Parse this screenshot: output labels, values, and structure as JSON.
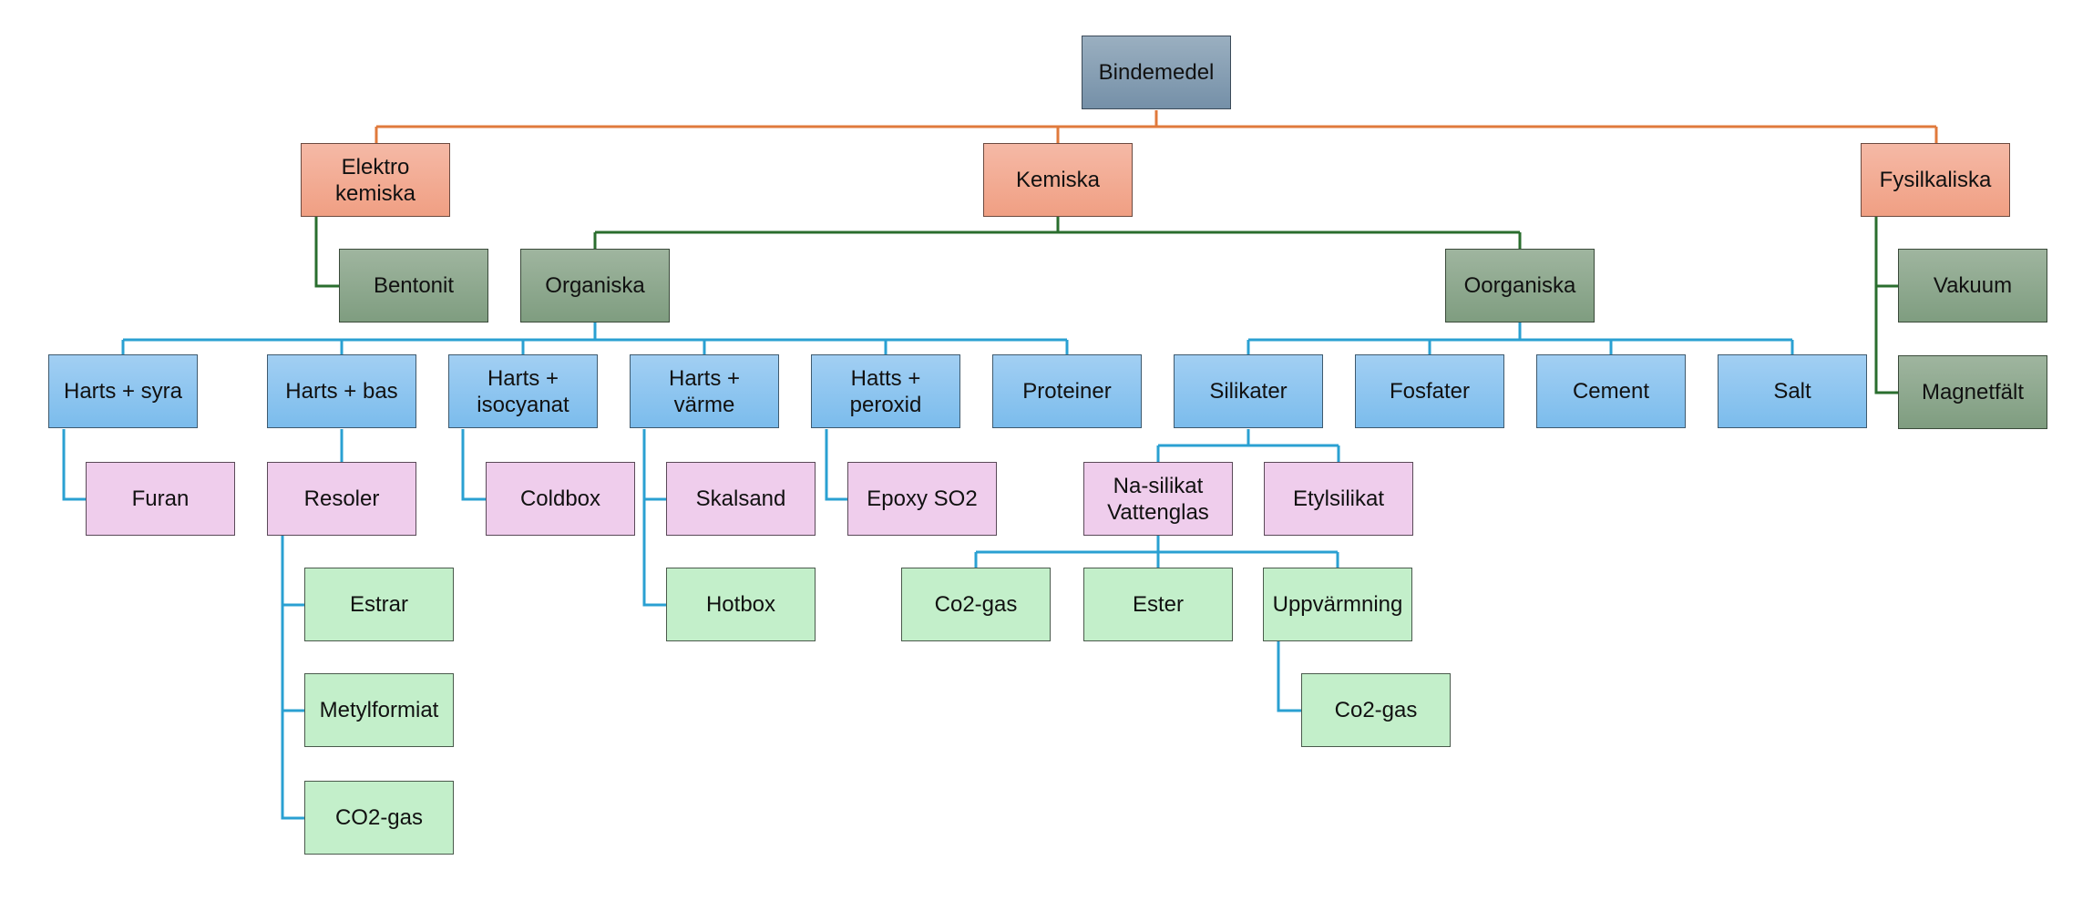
{
  "diagram": {
    "title": "Bindemedel",
    "colors": {
      "root_link": "#e07a3c",
      "category_link": "#2a6e2e",
      "group_link": "#2aa0d2"
    },
    "nodes": [
      {
        "id": "bindemedel",
        "label": "Bindemedel",
        "level": "root",
        "parent": null
      },
      {
        "id": "elektrokemiska",
        "label": "Elektro\nkemiska",
        "level": "cat",
        "parent": "bindemedel"
      },
      {
        "id": "kemiska",
        "label": "Kemiska",
        "level": "cat",
        "parent": "bindemedel"
      },
      {
        "id": "fysilkaliska",
        "label": "Fysilkaliska",
        "level": "cat",
        "parent": "bindemedel"
      },
      {
        "id": "bentonit",
        "label": "Bentonit",
        "level": "sub",
        "parent": "elektrokemiska"
      },
      {
        "id": "organiska",
        "label": "Organiska",
        "level": "sub",
        "parent": "kemiska"
      },
      {
        "id": "oorganiska",
        "label": "Oorganiska",
        "level": "sub",
        "parent": "kemiska"
      },
      {
        "id": "vakuum",
        "label": "Vakuum",
        "level": "sub",
        "parent": "fysilkaliska"
      },
      {
        "id": "magnetfalt",
        "label": "Magnetfält",
        "level": "sub",
        "parent": "fysilkaliska"
      },
      {
        "id": "harts-syra",
        "label": "Harts + syra",
        "level": "grp",
        "parent": "organiska"
      },
      {
        "id": "harts-bas",
        "label": "Harts + bas",
        "level": "grp",
        "parent": "organiska"
      },
      {
        "id": "harts-isocyanat",
        "label": "Harts +\nisocyanat",
        "level": "grp",
        "parent": "organiska"
      },
      {
        "id": "harts-varme",
        "label": "Harts +\nvärme",
        "level": "grp",
        "parent": "organiska"
      },
      {
        "id": "hatts-peroxid",
        "label": "Hatts +\nperoxid",
        "level": "grp",
        "parent": "organiska"
      },
      {
        "id": "proteiner",
        "label": "Proteiner",
        "level": "grp",
        "parent": "organiska"
      },
      {
        "id": "silikater",
        "label": "Silikater",
        "level": "grp",
        "parent": "oorganiska"
      },
      {
        "id": "fosfater",
        "label": "Fosfater",
        "level": "grp",
        "parent": "oorganiska"
      },
      {
        "id": "cement",
        "label": "Cement",
        "level": "grp",
        "parent": "oorganiska"
      },
      {
        "id": "salt",
        "label": "Salt",
        "level": "grp",
        "parent": "oorganiska"
      },
      {
        "id": "furan",
        "label": "Furan",
        "level": "type",
        "parent": "harts-syra"
      },
      {
        "id": "resoler",
        "label": "Resoler",
        "level": "type",
        "parent": "harts-bas"
      },
      {
        "id": "coldbox",
        "label": "Coldbox",
        "level": "type",
        "parent": "harts-isocyanat"
      },
      {
        "id": "skalsand",
        "label": "Skalsand",
        "level": "type",
        "parent": "harts-varme"
      },
      {
        "id": "epoxy-so2",
        "label": "Epoxy SO2",
        "level": "type",
        "parent": "hatts-peroxid"
      },
      {
        "id": "na-silikat",
        "label": "Na-silikat\nVattenglas",
        "level": "type",
        "parent": "silikater"
      },
      {
        "id": "etylsilikat",
        "label": "Etylsilikat",
        "level": "type",
        "parent": "silikater"
      },
      {
        "id": "estrar",
        "label": "Estrar",
        "level": "cure",
        "parent": "resoler"
      },
      {
        "id": "metylformiat",
        "label": "Metylformiat",
        "level": "cure",
        "parent": "resoler"
      },
      {
        "id": "co2-gas-resoler",
        "label": "CO2-gas",
        "level": "cure",
        "parent": "resoler"
      },
      {
        "id": "hotbox",
        "label": "Hotbox",
        "level": "cure",
        "parent": "harts-varme"
      },
      {
        "id": "co2-gas-na",
        "label": "Co2-gas",
        "level": "cure",
        "parent": "na-silikat"
      },
      {
        "id": "ester",
        "label": "Ester",
        "level": "cure",
        "parent": "na-silikat"
      },
      {
        "id": "uppvarmning",
        "label": "Uppvärmning",
        "level": "cure",
        "parent": "na-silikat"
      },
      {
        "id": "co2-gas-upp",
        "label": "Co2-gas",
        "level": "cure",
        "parent": "uppvarmning"
      }
    ]
  }
}
